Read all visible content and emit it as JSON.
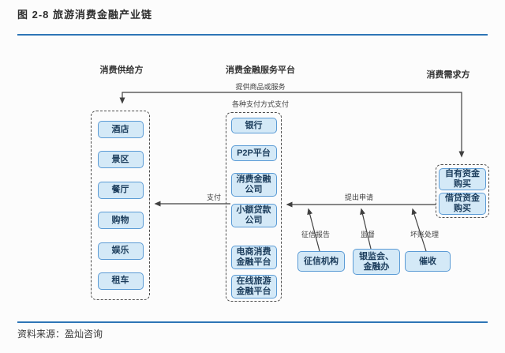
{
  "title": "图 2-8  旅游消费金融产业链",
  "source_note": "资料来源：盈灿咨询",
  "colors": {
    "node_fill": "#d4e9f7",
    "node_border": "#5b9bd5",
    "divider": "#2e75b6",
    "connector": "#404040"
  },
  "diagram": {
    "headers": {
      "supply": "消费供给方",
      "platform": "消费金融服务平台",
      "demand": "消费需求方"
    },
    "flow_labels": {
      "provide_goods": "提供商品或服务",
      "payment_methods": "各种支付方式支付",
      "pay": "支付",
      "apply": "提出申请",
      "credit_report": "征信报告",
      "supervision": "监督",
      "bad_debt": "坏账处理"
    },
    "supply_boxes": [
      "酒店",
      "景区",
      "餐厅",
      "购物",
      "娱乐",
      "租车"
    ],
    "platform_boxes": [
      "银行",
      "P2P平台",
      "消费金融公司",
      "小额贷款公司",
      "电商消费金融平台",
      "在线旅游金融平台"
    ],
    "demand_boxes": [
      "自有资金购买",
      "借贷资金购买"
    ],
    "support_boxes": [
      "征信机构",
      "银监会、金融办",
      "催收"
    ]
  }
}
